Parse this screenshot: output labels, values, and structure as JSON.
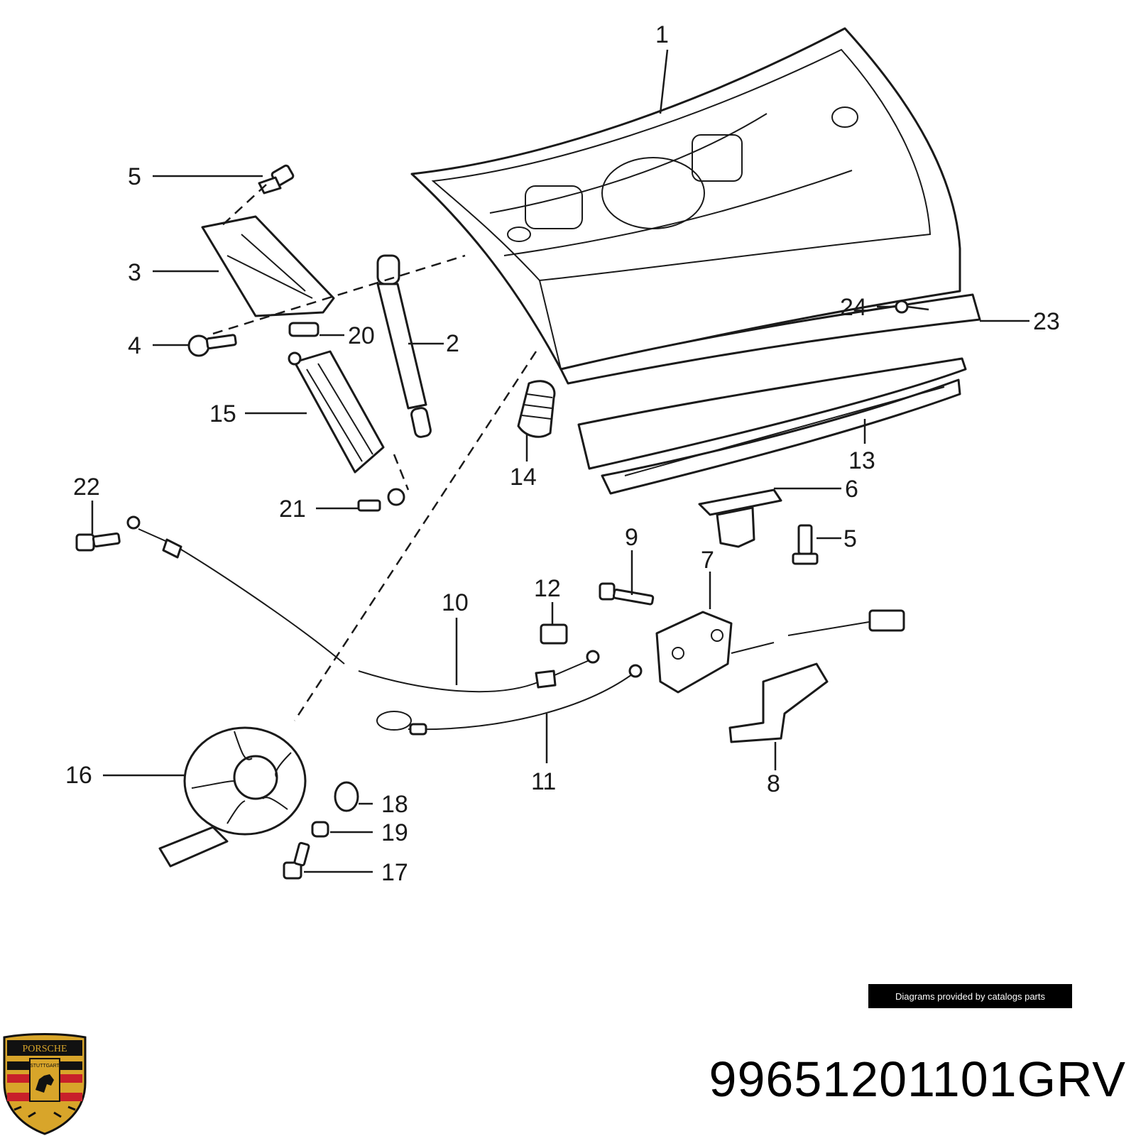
{
  "diagram": {
    "callouts": [
      {
        "id": "c1",
        "label": "1"
      },
      {
        "id": "c2",
        "label": "2"
      },
      {
        "id": "c3",
        "label": "3"
      },
      {
        "id": "c4",
        "label": "4"
      },
      {
        "id": "c5a",
        "label": "5"
      },
      {
        "id": "c5b",
        "label": "5"
      },
      {
        "id": "c6",
        "label": "6"
      },
      {
        "id": "c7",
        "label": "7"
      },
      {
        "id": "c8",
        "label": "8"
      },
      {
        "id": "c9",
        "label": "9"
      },
      {
        "id": "c10",
        "label": "10"
      },
      {
        "id": "c11",
        "label": "11"
      },
      {
        "id": "c12",
        "label": "12"
      },
      {
        "id": "c13",
        "label": "13"
      },
      {
        "id": "c14",
        "label": "14"
      },
      {
        "id": "c15",
        "label": "15"
      },
      {
        "id": "c16",
        "label": "16"
      },
      {
        "id": "c17",
        "label": "17"
      },
      {
        "id": "c18",
        "label": "18"
      },
      {
        "id": "c19",
        "label": "19"
      },
      {
        "id": "c20",
        "label": "20"
      },
      {
        "id": "c21",
        "label": "21"
      },
      {
        "id": "c22",
        "label": "22"
      },
      {
        "id": "c23",
        "label": "23"
      },
      {
        "id": "c24",
        "label": "24"
      }
    ]
  },
  "credit": "Diagrams provided by catalogs parts",
  "part_number": "99651201101GRV",
  "logo": {
    "text_top": "PORSCHE",
    "text_middle": "STUTTGART",
    "colors": {
      "gold": "#d8a52a",
      "red": "#c8202a",
      "black": "#111111"
    }
  }
}
